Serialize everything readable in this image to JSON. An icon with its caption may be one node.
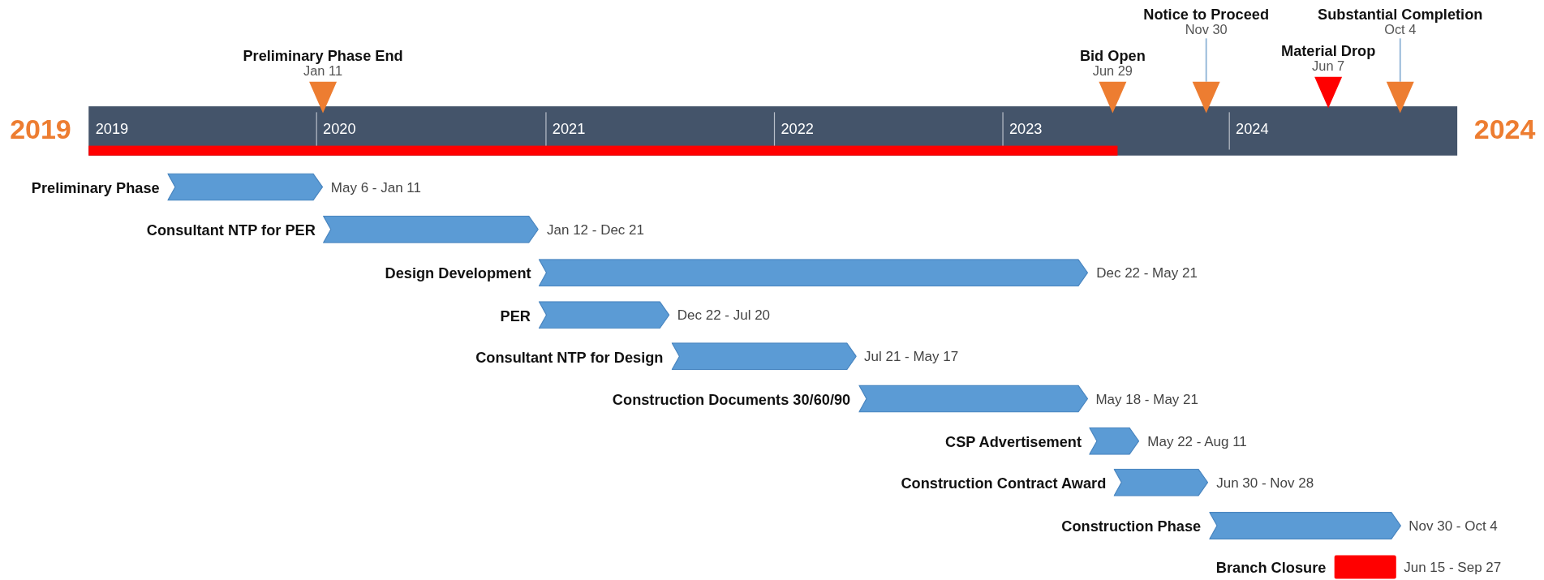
{
  "diagram": {
    "nodes": [
      {
        "text": [
          "Preliminary Phase End",
          "Jan 11"
        ]
      },
      {
        "text": [
          "Bid Open",
          "Jun 29"
        ]
      },
      {
        "text": [
          "Notice to Proceed",
          "Nov 30"
        ]
      },
      {
        "text": [
          "Material Drop",
          "Jun 7"
        ]
      },
      {
        "text": [
          "Substantial Completion",
          "Oct 4"
        ]
      },
      {
        "text": [],
        "shape": "triangle"
      },
      {
        "text": [],
        "shape": "triangle"
      },
      {
        "text": [],
        "shape": "triangle"
      },
      {
        "text": [],
        "shape": "triangle"
      },
      {
        "text": [],
        "shape": "triangle"
      },
      {
        "text": [
          "2019",
          "2020",
          "2021",
          "2022",
          "2023",
          "2024"
        ]
      },
      {
        "text": [],
        "shape": "bar",
        "in": 10
      },
      {
        "text": [
          "Preliminary Phase"
        ],
        "beside": [
          "May 6 - Jan 11"
        ]
      },
      {
        "text": [
          "Consultant NTP for PER"
        ],
        "beside": [
          "Jan 12 - Dec 21"
        ]
      },
      {
        "text": [
          "Design Development"
        ],
        "beside": [
          "Dec 22 - May 21"
        ]
      },
      {
        "text": [
          "PER"
        ],
        "beside": [
          "Dec 22 - Jul 20"
        ]
      },
      {
        "text": [
          "Consultant NTP for Design"
        ],
        "beside": [
          "Jul 21 - May 17"
        ]
      },
      {
        "text": [
          "Construction Documents 30/60/90"
        ],
        "beside": [
          "May 18 - May 21"
        ]
      },
      {
        "text": [
          "CSP Advertisement"
        ],
        "beside": [
          "May 22 - Aug 11"
        ]
      },
      {
        "text": [
          "Construction Contract Award"
        ],
        "beside": [
          "Jun 30 - Nov 28"
        ]
      },
      {
        "text": [
          "Construction Phase"
        ],
        "beside": [
          "Nov 30 - Oct 4"
        ]
      },
      {
        "text": [
          "Branch Closure"
        ],
        "beside": [
          "Jun 15 - Sep 27"
        ]
      }
    ],
    "edges": [
      {
        "from": 2,
        "to": 7,
        "arrow": "none"
      },
      {
        "from": 4,
        "to": 9,
        "arrow": "none"
      }
    ],
    "labels": [
      "2019",
      "2024"
    ]
  }
}
